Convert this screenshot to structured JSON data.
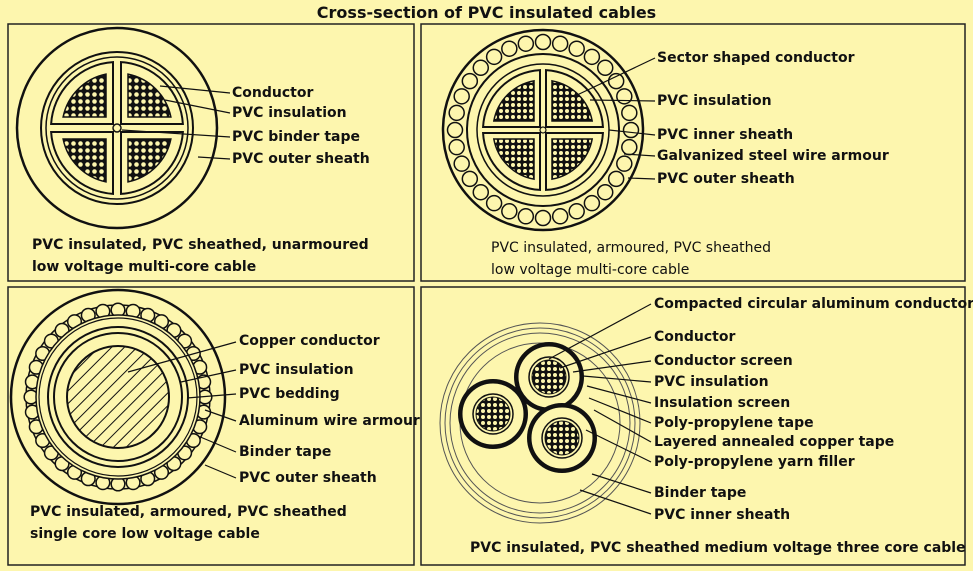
{
  "title": "Cross-section of PVC insulated cables",
  "colors": {
    "background": "#fdf6ae",
    "ink": "#111111",
    "panel_border": "#222222"
  },
  "panels": [
    {
      "caption_line1": "PVC insulated, PVC sheathed, unarmoured",
      "caption_line2": "low voltage multi-core cable",
      "labels": [
        "Conductor",
        "PVC insulation",
        "PVC binder tape",
        "PVC outer sheath"
      ]
    },
    {
      "caption_line1": "PVC insulated, armoured, PVC sheathed",
      "caption_line2": "low voltage multi-core cable",
      "labels": [
        "Sector shaped conductor",
        "PVC insulation",
        "PVC inner sheath",
        "Galvanized steel wire armour",
        "PVC outer sheath"
      ]
    },
    {
      "caption_line1": "PVC insulated, armoured, PVC sheathed",
      "caption_line2": "single core low voltage cable",
      "labels": [
        "Copper conductor",
        "PVC insulation",
        "PVC bedding",
        "Aluminum wire armour",
        "Binder tape",
        "PVC outer sheath"
      ]
    },
    {
      "caption_line1": "PVC insulated, PVC sheathed medium voltage three core cable",
      "labels": [
        "Compacted circular aluminum conductor",
        "Conductor",
        "Conductor screen",
        "PVC insulation",
        "Insulation screen",
        "Poly-propylene tape",
        "Layered annealed copper tape",
        "Poly-propylene yarn filler",
        "Binder tape",
        "PVC inner sheath"
      ]
    }
  ]
}
